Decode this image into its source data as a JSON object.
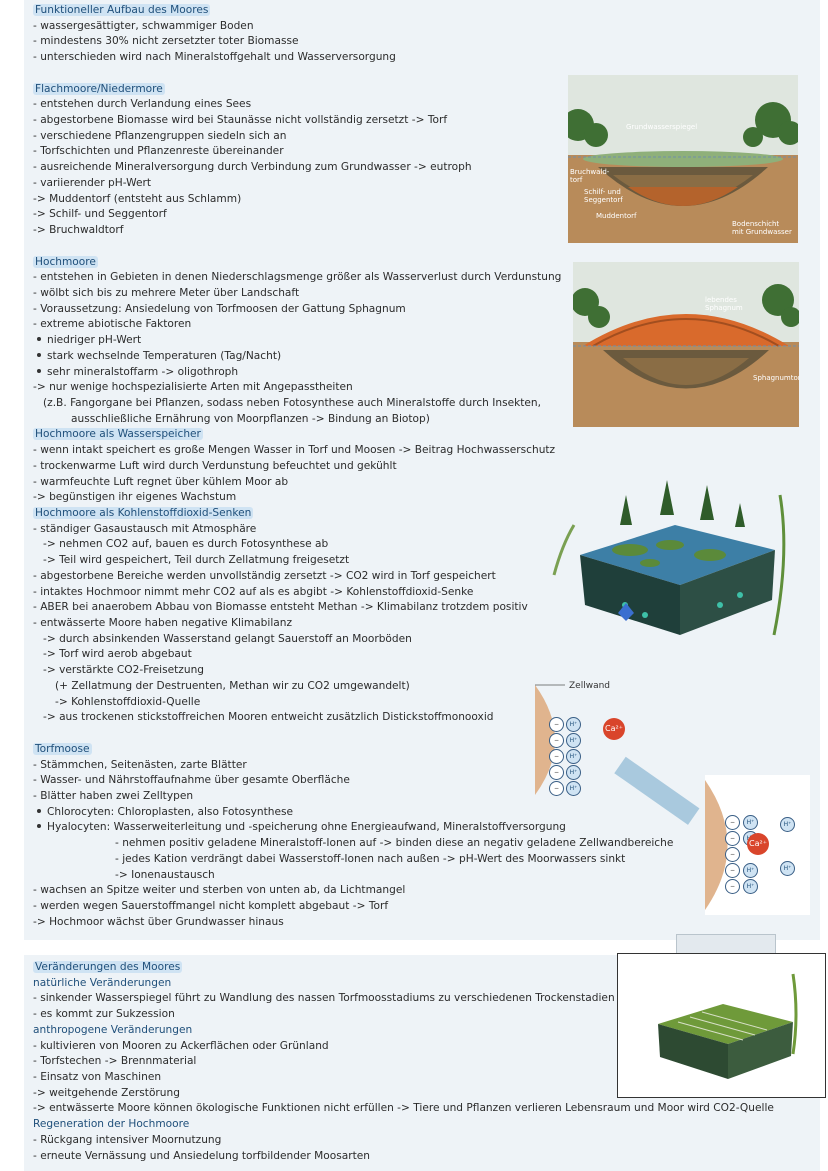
{
  "section1": {
    "lines": [
      {
        "text": "Funktioneller Aufbau des Moores",
        "style": "h"
      },
      {
        "text": "- wassergesättigter, schwammiger Boden"
      },
      {
        "text": "- mindestens 30% nicht zersetzter toter Biomasse"
      },
      {
        "text": "- unterschieden wird nach Mineralstoffgehalt und Wasserversorgung"
      },
      {
        "text": "",
        "style": "gap"
      },
      {
        "text": "Flachmoore/Niedermore",
        "style": "h"
      },
      {
        "text": "- entstehen durch Verlandung eines Sees"
      },
      {
        "text": "- abgestorbene Biomasse wird bei Staunässe nicht vollständig zersetzt -> Torf"
      },
      {
        "text": "- verschiedene Pflanzengruppen siedeln sich an"
      },
      {
        "text": "- Torfschichten und Pflanzenreste übereinander"
      },
      {
        "text": "- ausreichende Mineralversorgung durch Verbindung zum Grundwasser -> eutroph"
      },
      {
        "text": "- variierender pH-Wert"
      },
      {
        "text": "-> Muddentorf (entsteht aus Schlamm)"
      },
      {
        "text": "-> Schilf- und Seggentorf"
      },
      {
        "text": "-> Bruchwaldtorf"
      },
      {
        "text": "",
        "style": "gap"
      },
      {
        "text": "Hochmoore",
        "style": "h"
      },
      {
        "text": "- entstehen in Gebieten in denen Niederschlagsmenge größer als Wasserverlust durch Verdunstung"
      },
      {
        "text": "- wölbt sich bis zu mehrere Meter über Landschaft"
      },
      {
        "text": "- Voraussetzung: Ansiedelung von Torfmoosen der Gattung Sphagnum"
      },
      {
        "text": "- extreme abiotische Faktoren"
      },
      {
        "text": "niedriger pH-Wert",
        "style": "bullet"
      },
      {
        "text": "stark wechselnde Temperaturen (Tag/Nacht)",
        "style": "bullet"
      },
      {
        "text": "sehr mineralstoffarm -> oligothroph",
        "style": "bullet"
      },
      {
        "text": "-> nur wenige hochspezialisierte Arten mit Angepasstheiten"
      },
      {
        "text": "(z.B. Fangorgane bei Pflanzen, sodass neben Fotosynthese auch Mineralstoffe durch Insekten,",
        "style": "ind1"
      },
      {
        "text": "ausschließliche Ernährung von Moorpflanzen -> Bindung an Biotop)",
        "style": "ind2x"
      },
      {
        "text": "Hochmoore als Wasserspeicher",
        "style": "h"
      },
      {
        "text": "- wenn intakt speichert es große Mengen Wasser in Torf und Moosen -> Beitrag Hochwasserschutz"
      },
      {
        "text": "- trockenwarme Luft wird durch Verdunstung befeuchtet und gekühlt"
      },
      {
        "text": "- warmfeuchte Luft regnet über kühlem Moor ab"
      },
      {
        "text": "-> begünstigen ihr eigenes Wachstum"
      },
      {
        "text": "Hochmoore als Kohlenstoffdioxid-Senken",
        "style": "h"
      },
      {
        "text": "- ständiger Gasaustausch mit Atmosphäre"
      },
      {
        "text": "-> nehmen CO2 auf, bauen es durch Fotosynthese ab",
        "style": "ind1"
      },
      {
        "text": "-> Teil wird gespeichert, Teil durch Zellatmung freigesetzt",
        "style": "ind1"
      },
      {
        "text": "- abgestorbene Bereiche werden unvollständig zersetzt -> CO2 wird in Torf gespeichert"
      },
      {
        "text": "- intaktes Hochmoor nimmt mehr CO2 auf als es abgibt -> Kohlenstoffdioxid-Senke"
      },
      {
        "text": "- ABER bei anaerobem Abbau von Biomasse entsteht Methan -> Klimabilanz trotzdem positiv"
      },
      {
        "text": "- entwässerte Moore haben negative Klimabilanz"
      },
      {
        "text": "-> durch absinkenden Wasserstand gelangt Sauerstoff an Moorböden",
        "style": "ind1"
      },
      {
        "text": "-> Torf wird aerob abgebaut",
        "style": "ind1"
      },
      {
        "text": "-> verstärkte CO2-Freisetzung",
        "style": "ind1"
      },
      {
        "text": "(+ Zellatmung der Destruenten, Methan wir zu CO2 umgewandelt)",
        "style": "ind2"
      },
      {
        "text": "-> Kohlenstoffdioxid-Quelle",
        "style": "ind2"
      },
      {
        "text": "-> aus trockenen stickstoffreichen Mooren entweicht zusätzlich Distickstoffmonooxid",
        "style": "ind1"
      },
      {
        "text": "",
        "style": "gap"
      },
      {
        "text": "Torfmoose",
        "style": "h"
      },
      {
        "text": "- Stämmchen, Seitenästen, zarte Blätter"
      },
      {
        "text": "- Wasser- und Nährstoffaufnahme über gesamte Oberfläche"
      },
      {
        "text": "- Blätter haben zwei Zelltypen"
      },
      {
        "text": "Chlorocyten: Chloroplasten, also Fotosynthese",
        "style": "bullet"
      },
      {
        "text": "Hyalocyten: Wasserweiterleitung und -speicherung ohne Energieaufwand, Mineralstoffversorgung",
        "style": "bullet"
      },
      {
        "text": "- nehmen positiv geladene Mineralstoff-Ionen auf -> binden diese an negativ geladene Zellwandbereiche",
        "style": "ind3"
      },
      {
        "text": "- jedes Kation verdrängt dabei Wasserstoff-Ionen nach außen -> pH-Wert des Moorwassers sinkt",
        "style": "ind3"
      },
      {
        "text": "-> Ionenaustausch",
        "style": "ind3"
      },
      {
        "text": "- wachsen an Spitze weiter und sterben von unten ab, da Lichtmangel"
      },
      {
        "text": "- werden wegen Sauerstoffmangel nicht komplett abgebaut -> Torf"
      },
      {
        "text": "-> Hochmoor wächst über Grundwasser hinaus"
      }
    ]
  },
  "section2": {
    "lines": [
      {
        "text": "Veränderungen des Moores",
        "style": "h"
      },
      {
        "text": "natürliche Veränderungen",
        "style": "h2"
      },
      {
        "text": "- sinkender Wasserspiegel führt zu Wandlung des nassen Torfmoosstadiums zu verschiedenen Trockenstadien"
      },
      {
        "text": "- es kommt zur Sukzession"
      },
      {
        "text": "anthropogene Veränderungen",
        "style": "h2"
      },
      {
        "text": "- kultivieren von Mooren zu Ackerflächen oder Grünland"
      },
      {
        "text": "- Torfstechen -> Brennmaterial"
      },
      {
        "text": "- Einsatz von Maschinen"
      },
      {
        "text": "-> weitgehende Zerstörung"
      },
      {
        "text": "-> entwässerte Moore können ökologische Funktionen nicht erfüllen -> Tiere und Pflanzen verlieren Lebensraum und Moor wird CO2-Quelle"
      },
      {
        "text": "Regeneration der Hochmoore",
        "style": "h2"
      },
      {
        "text": "- Rückgang intensiver Moornutzung"
      },
      {
        "text": "- erneute Vernässung und Ansiedelung torfbildender Moosarten"
      }
    ]
  },
  "fig_flachmoor": {
    "labels": [
      "Grundwasserspiegel",
      "Bruchwald-torf",
      "Schilf- und Seggentorf",
      "Muddentorf",
      "Bodenschicht mit Grundwasser"
    ]
  },
  "fig_hochmoor": {
    "labels": [
      "lebendes Sphagnum",
      "Sphagnumtorf"
    ]
  },
  "fig_ions": {
    "zellwand": "Zellwand",
    "h_ion": "H⁺",
    "ca_ion": "Ca²⁺",
    "neg": "−"
  }
}
